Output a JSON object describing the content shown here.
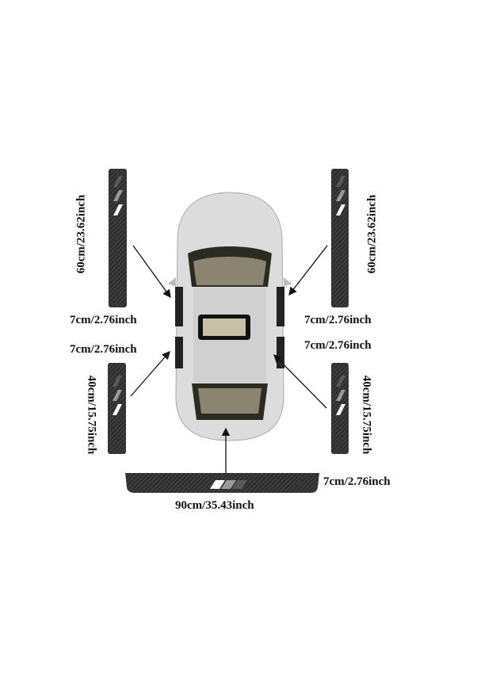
{
  "front_door_length": "60cm/23.62inch",
  "rear_door_length": "40cm/15.75inch",
  "strip_width": "7cm/2.76inch",
  "trunk_length": "90cm/35.43inch",
  "colors": {
    "strip": "#333333",
    "stripe_light": "#ffffff",
    "stripe_mid": "#9a9a9a",
    "stripe_dark": "#5a5a5a",
    "car": "#d9d9d9"
  }
}
